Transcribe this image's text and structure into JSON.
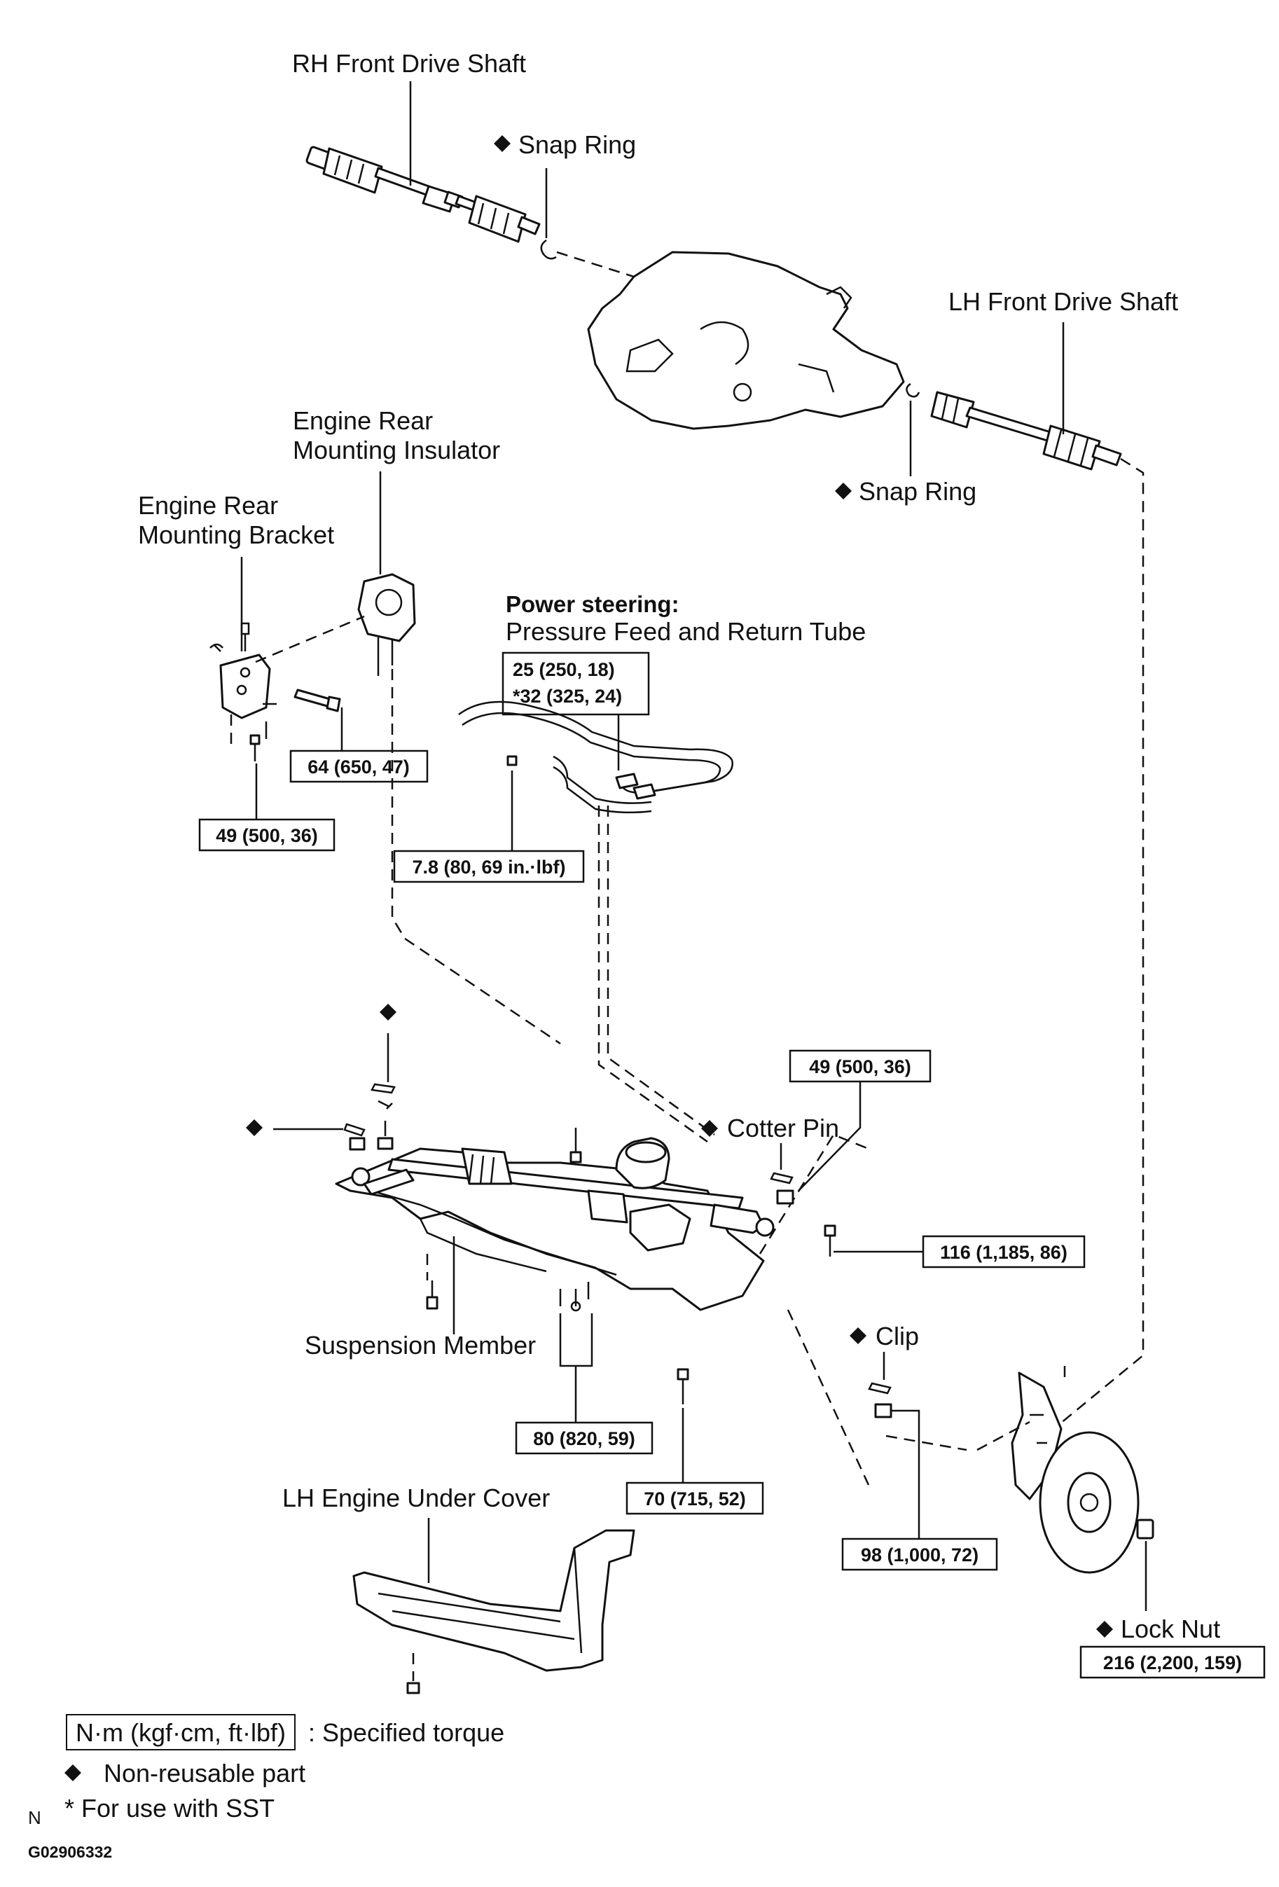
{
  "labels": {
    "rh_drive_shaft": "RH Front Drive Shaft",
    "snap_ring_upper": "Snap Ring",
    "lh_drive_shaft": "LH Front Drive Shaft",
    "snap_ring_lower": "Snap Ring",
    "engine_rear_mounting_insulator": [
      "Engine Rear",
      "Mounting Insulator"
    ],
    "engine_rear_mounting_bracket": [
      "Engine Rear",
      "Mounting Bracket"
    ],
    "power_steering_title": "Power steering:",
    "power_steering_sub": "Pressure Feed and Return Tube",
    "cotter_pin": "Cotter Pin",
    "clip": "Clip",
    "suspension_member": "Suspension Member",
    "lh_engine_under_cover": "LH Engine Under Cover",
    "lock_nut": "Lock Nut"
  },
  "torques": {
    "pressure_tube": [
      "25 (250, 18)",
      "*32 (325, 24)"
    ],
    "bracket_bolt_64": "64 (650, 47)",
    "bracket_bolt_49": "49 (500, 36)",
    "tube_clamp": "7.8 (80, 69 in.·lbf)",
    "tie_rod_nut": "49 (500, 36)",
    "member_rear_bolt": "116 (1,185, 86)",
    "member_center_bolts": "80 (820, 59)",
    "member_front_bolt": "70 (715, 52)",
    "ball_joint_nut": "98 (1,000, 72)",
    "hub_lock_nut": "216 (2,200, 159)"
  },
  "legend": {
    "torque_unit": "N·m (kgf·cm, ft·lbf)",
    "torque_desc": ": Specified torque",
    "non_reusable": "Non-reusable part",
    "sst_note": "* For use with SST"
  },
  "footer": {
    "orientation": "N",
    "figure_id": "G02906332"
  },
  "icons": [
    "non-reusable-diamond-icon"
  ]
}
